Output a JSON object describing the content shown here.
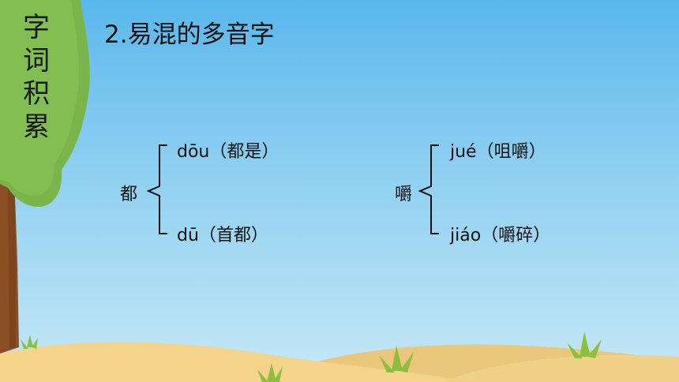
{
  "sidebar": {
    "chars": [
      "字",
      "词",
      "积",
      "累"
    ]
  },
  "heading": "2.易混的多音字",
  "groups": [
    {
      "char": "都",
      "readings": [
        {
          "pinyin": "dōu",
          "example": "（都是）"
        },
        {
          "pinyin": "dū",
          "example": "（首都）"
        }
      ]
    },
    {
      "char": "嚼",
      "readings": [
        {
          "pinyin": "jué",
          "example": "（咀嚼）"
        },
        {
          "pinyin": "jiáo",
          "example": "（嚼碎）"
        }
      ]
    }
  ],
  "colors": {
    "sky_top": "#59b8ec",
    "sky_bottom": "#c6e8f6",
    "tree_leaf": "#79b54a",
    "tree_trunk": "#8a4f23",
    "ground": "#f3d48a",
    "grass": "#8dbf3f"
  }
}
